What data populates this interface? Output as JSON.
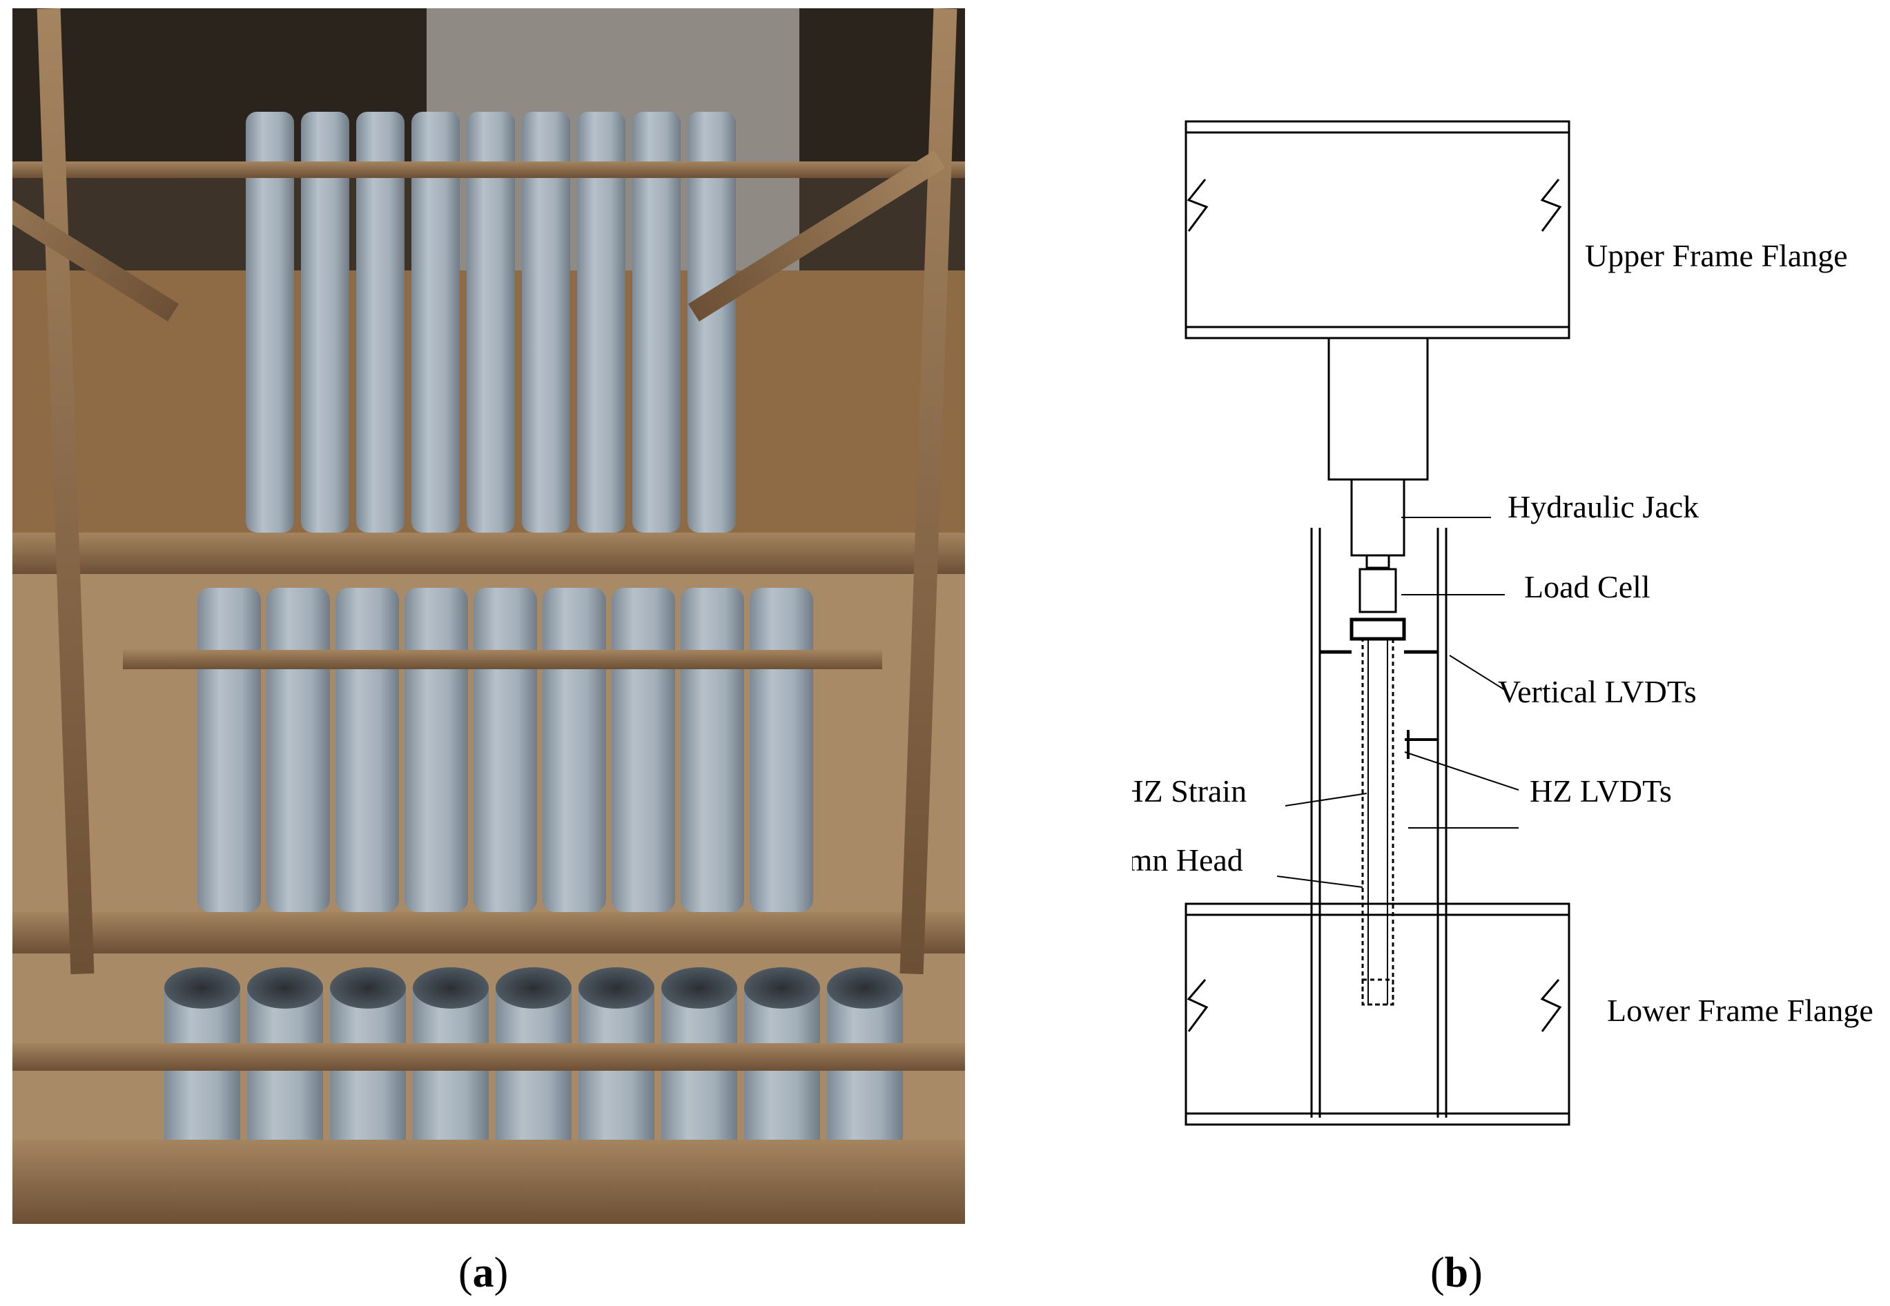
{
  "panels": {
    "a": {
      "label": "a",
      "open": "(",
      "close": ")"
    },
    "b": {
      "label": "b",
      "open": "(",
      "close": ")"
    }
  },
  "diagram": {
    "labels": {
      "upper_frame_flange": "Upper Frame Flange",
      "hydraulic_jack": "Hydraulic Jack",
      "load_cell": "Load Cell",
      "vertical_lvdts": "Vertical LVDTs",
      "vl_hz_strain": "VL & HZ Strain",
      "hz_lvdts": "HZ LVDTs",
      "column_head": "Column Head",
      "lower_frame_flange": "Lower Frame Flange"
    }
  },
  "colors": {
    "pipe": "#9aa6b0",
    "wood": "#8a6a4a",
    "soil": "#8e6a45",
    "concrete": "#8f8a84"
  }
}
